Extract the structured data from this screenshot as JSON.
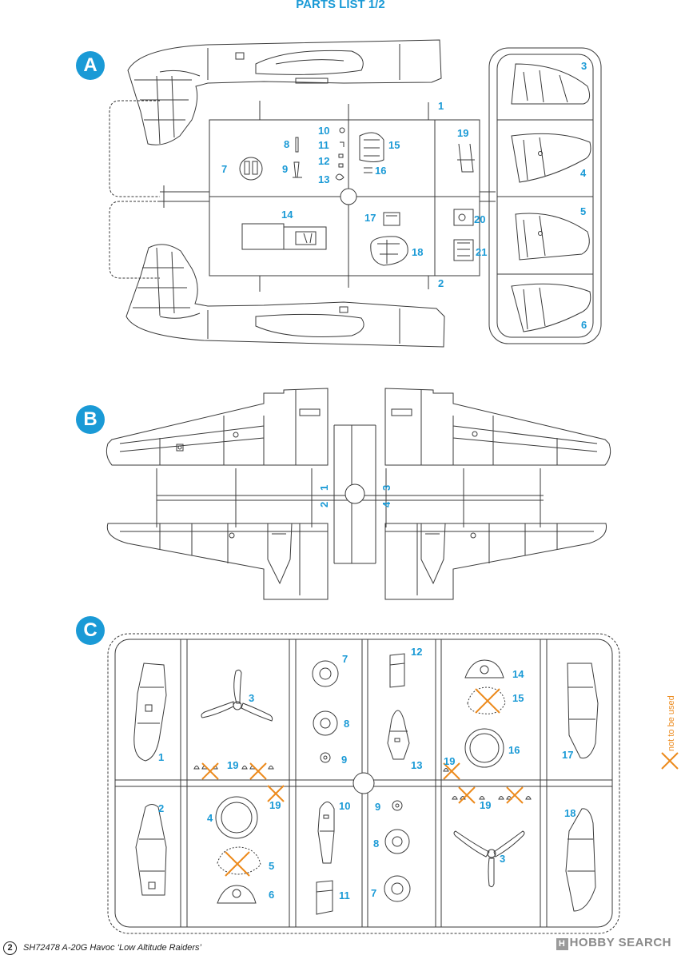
{
  "title": "PARTS LIST 1/2",
  "sprues": {
    "A": "A",
    "B": "B",
    "C": "C"
  },
  "sprue_a_labels": [
    "1",
    "2",
    "3",
    "4",
    "5",
    "6",
    "7",
    "8",
    "9",
    "10",
    "11",
    "12",
    "13",
    "14",
    "15",
    "16",
    "17",
    "18",
    "19",
    "20",
    "21"
  ],
  "sprue_b_labels": [
    "1",
    "2",
    "3",
    "4"
  ],
  "sprue_c_labels": {
    "c1": "1",
    "c2": "2",
    "c3a": "3",
    "c3b": "3",
    "c4": "4",
    "c5": "5",
    "c6": "6",
    "c7a": "7",
    "c7b": "7",
    "c8a": "8",
    "c8b": "8",
    "c9a": "9",
    "c9b": "9",
    "c10": "10",
    "c11": "11",
    "c12": "12",
    "c13": "13",
    "c14": "14",
    "c15": "15",
    "c16": "16",
    "c17": "17",
    "c18": "18",
    "c19a": "19",
    "c19b": "19",
    "c19c": "19",
    "c19d": "19"
  },
  "legend": {
    "not_used": "not to be used",
    "marker_color": "#ec8a1c"
  },
  "footer": {
    "page": "2",
    "text": "SH72478  A-20G Havoc ‘Low Altitude Raiders’"
  },
  "watermark": {
    "icon": "H",
    "text": "HOBBY SEARCH"
  },
  "colors": {
    "accent": "#1a9ad6",
    "line": "#3a3a3a",
    "cross": "#ec8a1c"
  }
}
